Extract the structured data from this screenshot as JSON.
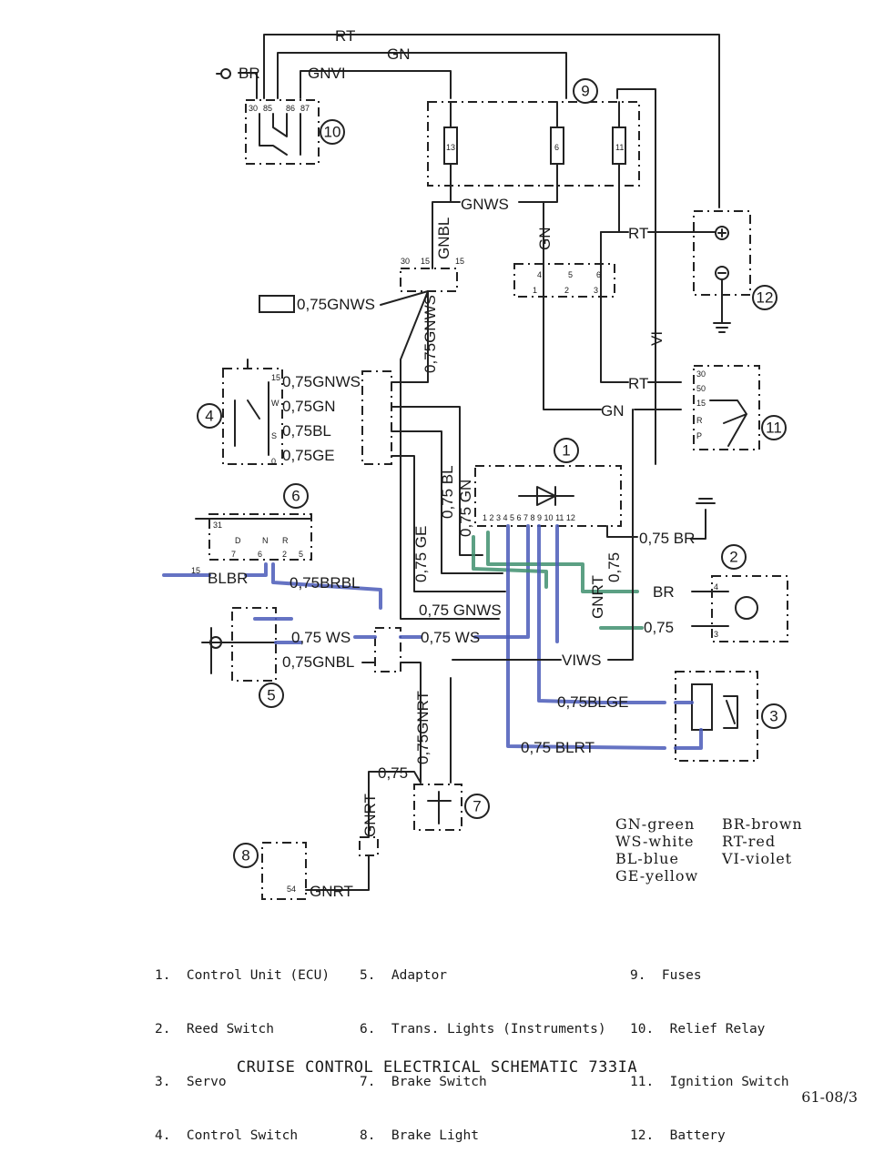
{
  "wire_labels": {
    "rt_top": "RT",
    "gn_top": "GN",
    "br_top": "BR",
    "gnvi": "GNVI",
    "gnws_mid": "GNWS",
    "gnbl_v": "GNBL",
    "gn_v": "GN",
    "rt_battery": "RT",
    "gnws_075_left": "0,75GNWS",
    "gnws_075_diag": "0,75GNWS",
    "vi_v": "VI",
    "rt_ign": "RT",
    "gn_ign": "GN",
    "sw_gnws": "0,75GNWS",
    "sw_gn": "0,75GN",
    "sw_bl": "0,75BL",
    "sw_ge": "0,75GE",
    "v_ge": "0,75 GE",
    "v_bl": "0,75 BL",
    "v_gn": "0,75 GN",
    "br_075": "0,75 BR",
    "blbr": "BLBR",
    "brbl": "0,75BRBL",
    "reed_br": "BR",
    "reed_075": "0,75",
    "gnrt_v": "GNRT",
    "v_075": "0,75",
    "gnws_bottom": "0,75 GNWS",
    "ws_left": "0,75 WS",
    "ws_right": "0,75 WS",
    "gnbl_left": "0,75GNBL",
    "viws": "VIWS",
    "blge": "0,75BLGE",
    "blrt": "0,75 BLRT",
    "gnrt_075": "0,75GNRT",
    "brake_075": "0,75",
    "gnrt_brake": "GNRT",
    "gnrt_light": "GNRT"
  },
  "pin_labels": {
    "relay": [
      "30",
      "85",
      "86",
      "87"
    ],
    "fuses": [
      "13",
      "6",
      "11"
    ],
    "ign_top": [
      "30",
      "15",
      "15"
    ],
    "adaptor_pins": [
      "4",
      "5",
      "6",
      "1",
      "2",
      "3"
    ],
    "switch_pins": [
      "15",
      "W",
      "S",
      "0"
    ],
    "ignition": [
      "30",
      "50",
      "15",
      "R",
      "P"
    ],
    "ecu_pins": "1 2 3 4 5 6 7 8 9 10 11 12",
    "trans": [
      "31",
      "D",
      "N",
      "R",
      "7",
      "6",
      "2",
      "5"
    ],
    "t15": "15",
    "brake_light": "54",
    "reed_pins": [
      "4",
      "3"
    ]
  },
  "component_numbers": [
    "1",
    "2",
    "3",
    "4",
    "5",
    "6",
    "7",
    "8",
    "9",
    "10",
    "11",
    "12"
  ],
  "color_legend": [
    {
      "code": "GN-green",
      "code2": "BR-brown"
    },
    {
      "code": "WS-white",
      "code2": "RT-red"
    },
    {
      "code": "BL-blue",
      "code2": "VI-violet"
    },
    {
      "code": "GE-yellow",
      "code2": ""
    }
  ],
  "parts_list": {
    "col1": [
      "1.  Control Unit (ECU)",
      "2.  Reed Switch",
      "3.  Servo",
      "4.  Control Switch"
    ],
    "col2": [
      "5.  Adaptor",
      "6.  Trans. Lights (Instruments)",
      "7.  Brake Switch",
      "8.  Brake Light"
    ],
    "col3": [
      "9.  Fuses",
      "10.  Relief Relay",
      "11.  Ignition Switch",
      "12.  Battery"
    ]
  },
  "title": "CRUISE CONTROL ELECTRICAL SCHEMATIC 733IA",
  "page_number": "61-08/3",
  "colors": {
    "blue_wire": "#4a5ab8",
    "green_wire": "#3f8f6e",
    "ink": "#222222"
  }
}
